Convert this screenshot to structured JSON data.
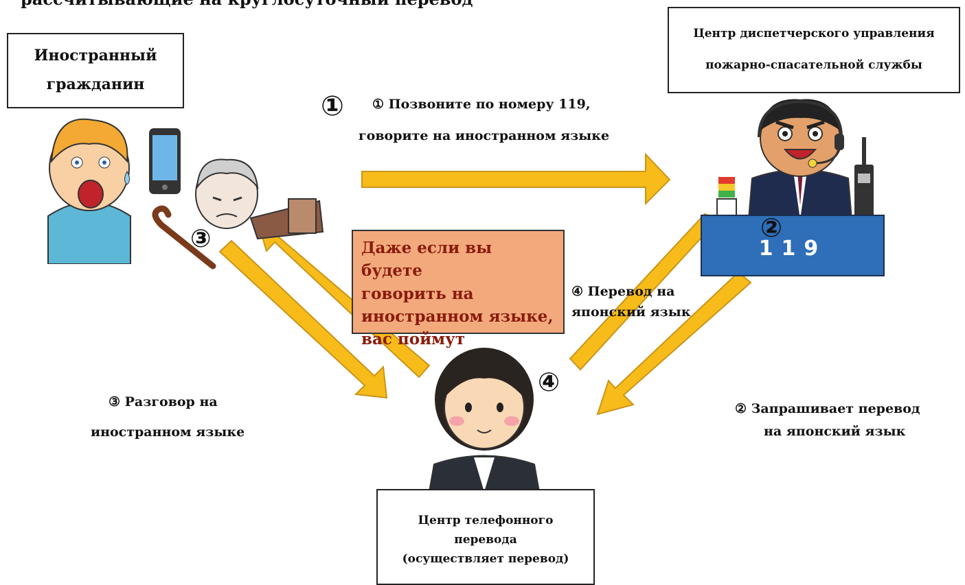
{
  "top_partial_text": "рассчитывающие на круглосуточный перевод",
  "nodes": {
    "foreigner": {
      "line1": "Иностранный",
      "line2": "гражданин"
    },
    "fire_center": {
      "line1": "Центр диспетчерского управления",
      "line2": "пожарно-спасательной службы"
    },
    "translation_center": {
      "line1": "Центр телефонного",
      "line2": "перевода",
      "line3": "(осуществляет перевод)"
    }
  },
  "desk_number": "119",
  "steps": {
    "step1": {
      "marker": "①",
      "line1": "① Позвоните по номеру 119,",
      "line2": "говорите на иностранном языке"
    },
    "step2": {
      "marker": "②",
      "line1": "② Запрашивает перевод",
      "line2": "на японский язык"
    },
    "step3": {
      "marker": "③",
      "line1": "③ Разговор на",
      "line2": "иностранном языке"
    },
    "step4": {
      "marker": "④",
      "line1": "④ Перевод на",
      "line2": "японский язык"
    }
  },
  "note": {
    "line1": "Даже если вы будете",
    "line2": "говорить на",
    "line3": "иностранном языке,",
    "line4": "вас поймут"
  },
  "colors": {
    "arrow_fill": "#f7bb1a",
    "arrow_stroke": "#c9951a",
    "note_fill": "#f2aa7d",
    "note_text": "#8a1b0c",
    "desk_fill": "#2f6eb8"
  },
  "icons": [
    "foreigner-person-icon",
    "smartphone-icon",
    "collapsed-elderly-person-icon",
    "walking-cane-icon",
    "dispatcher-operator-icon",
    "radio-walkie-talkie-icon",
    "signal-light-icon",
    "translator-operator-icon"
  ]
}
